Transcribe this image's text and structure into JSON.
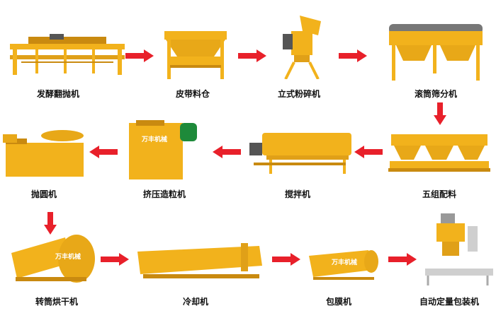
{
  "title": "",
  "brand_watermark": "万丰机械",
  "colors": {
    "machine": "#f2b21c",
    "machine_dark": "#c98a10",
    "arrow": "#e8202a",
    "motor": "#1f6fb0",
    "motor_green": "#1e8a3a"
  },
  "steps": [
    {
      "id": "fermenter",
      "label": "发酵翻抛机"
    },
    {
      "id": "belt-bin",
      "label": "皮带料仓"
    },
    {
      "id": "crusher",
      "label": "立式粉碎机"
    },
    {
      "id": "screen",
      "label": "滚筒筛分机"
    },
    {
      "id": "batching",
      "label": "五组配料"
    },
    {
      "id": "mixer",
      "label": "搅拌机"
    },
    {
      "id": "granulator",
      "label": "挤压造粒机"
    },
    {
      "id": "rounder",
      "label": "抛圆机"
    },
    {
      "id": "dryer",
      "label": "转筒烘干机"
    },
    {
      "id": "cooler",
      "label": "冷却机"
    },
    {
      "id": "coater",
      "label": "包膜机"
    },
    {
      "id": "packer",
      "label": "自动定量包装机"
    }
  ]
}
